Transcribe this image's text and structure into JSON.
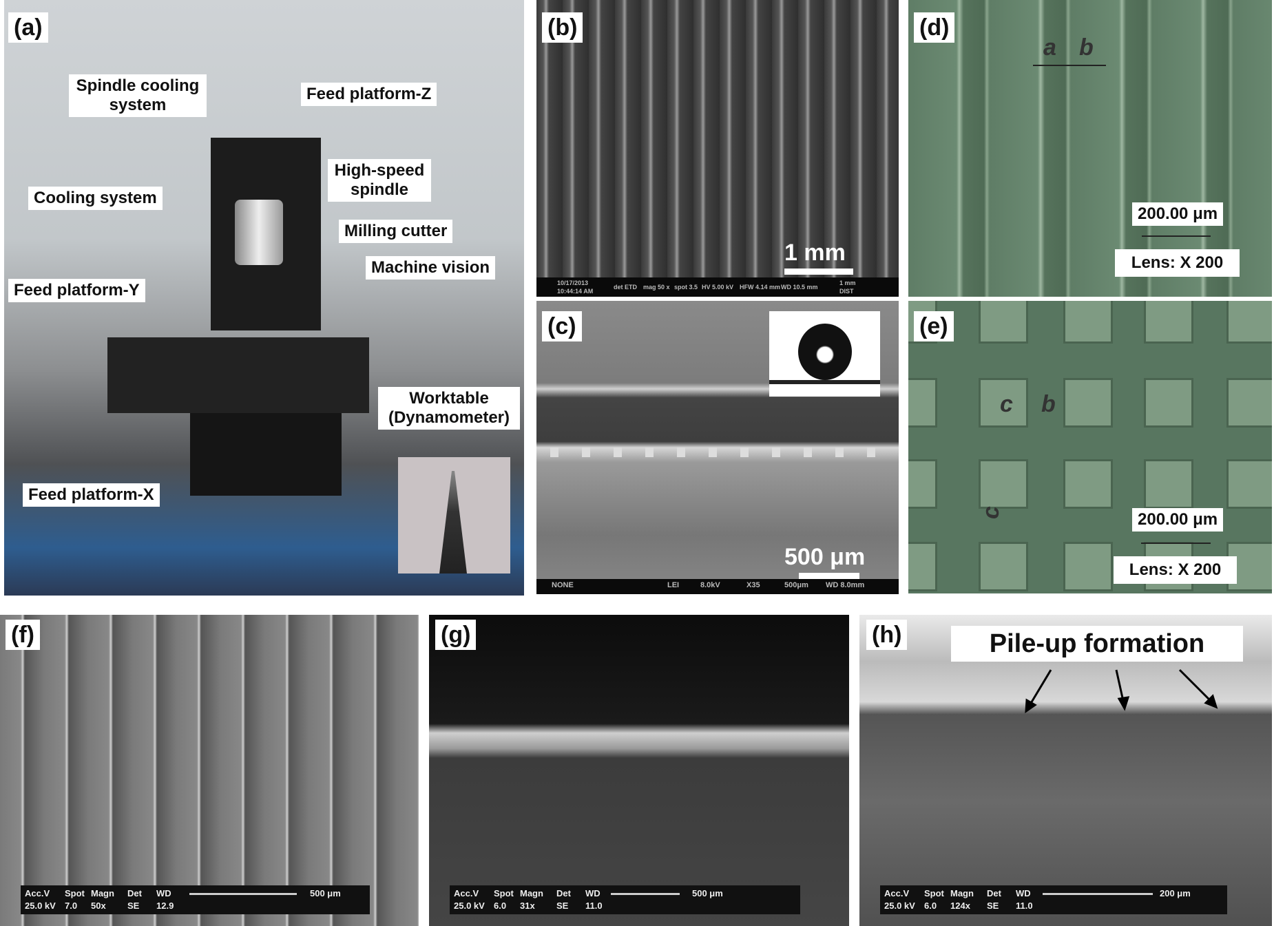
{
  "panels": {
    "a": {
      "label": "(a)",
      "annotations": {
        "spindle_cooling": "Spindle cooling system",
        "feed_z": "Feed platform-Z",
        "high_speed_spindle": "High-speed spindle",
        "cooling_system": "Cooling system",
        "milling_cutter": "Milling cutter",
        "machine_vision": "Machine vision",
        "feed_y": "Feed platform-Y",
        "worktable": "Worktable (Dynamometer)",
        "feed_x": "Feed platform-X"
      }
    },
    "b": {
      "label": "(b)",
      "scale": "1 mm",
      "info": [
        "10/17/2013 10:44:14 AM",
        "det ETD",
        "mag 50 x",
        "spot 3.5",
        "HV 5.00 kV",
        "HFW 4.14 mm",
        "WD 10.5 mm",
        "1 mm",
        "DIST"
      ]
    },
    "c": {
      "label": "(c)",
      "scale": "500 μm",
      "info": [
        "NONE",
        "LEI",
        "8.0kV",
        "X35",
        "500μm",
        "WD 8.0mm"
      ]
    },
    "d": {
      "label": "(d)",
      "dim_a": "a",
      "dim_b": "b",
      "scale": "200.00 μm",
      "lens": "Lens: X 200"
    },
    "e": {
      "label": "(e)",
      "dim_c": "c",
      "dim_b": "b",
      "dim_c_vertical": "c",
      "scale": "200.00 μm",
      "lens": "Lens: X 200"
    },
    "f": {
      "label": "(f)",
      "sem": {
        "headers": [
          "Acc.V",
          "Spot",
          "Magn",
          "Det",
          "WD"
        ],
        "values": [
          "25.0 kV",
          "7.0",
          "50x",
          "SE",
          "12.9"
        ],
        "scale": "500 μm"
      }
    },
    "g": {
      "label": "(g)",
      "sem": {
        "headers": [
          "Acc.V",
          "Spot",
          "Magn",
          "Det",
          "WD"
        ],
        "values": [
          "25.0 kV",
          "6.0",
          "31x",
          "SE",
          "11.0"
        ],
        "scale": "500 μm"
      }
    },
    "h": {
      "label": "(h)",
      "annotation": "Pile-up formation",
      "sem": {
        "headers": [
          "Acc.V",
          "Spot",
          "Magn",
          "Det",
          "WD"
        ],
        "values": [
          "25.0 kV",
          "6.0",
          "124x",
          "SE",
          "11.0"
        ],
        "scale": "200 μm"
      }
    }
  }
}
